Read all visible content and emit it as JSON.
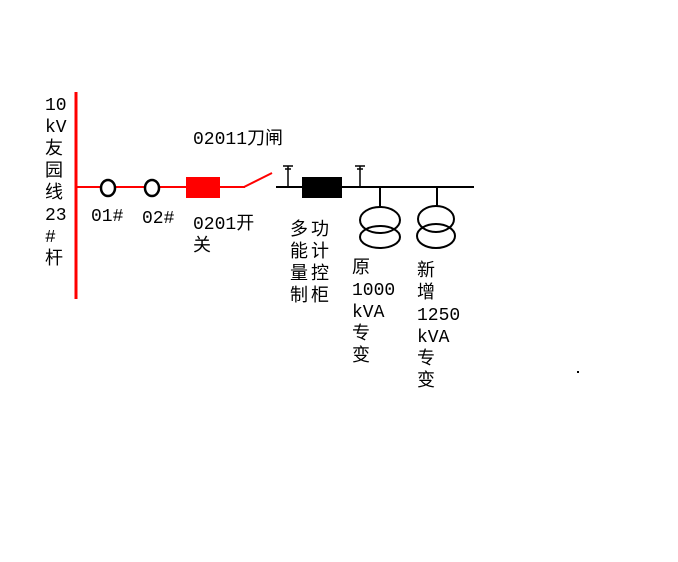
{
  "feeder_label": [
    "10",
    "kV",
    "友",
    "园",
    "线",
    "23",
    "#",
    "杆"
  ],
  "nodes": {
    "pole1": "01#",
    "pole2": "02#",
    "disconnector": "02011刀闸",
    "breaker": [
      "0201开",
      "关"
    ],
    "cabinet_col1": [
      "多",
      "能",
      "量",
      "制"
    ],
    "cabinet_col2": [
      "功",
      "计",
      "控",
      "柜"
    ],
    "transformer1": [
      "原",
      "1000",
      "kVA",
      "专",
      "变"
    ],
    "transformer2": [
      "新",
      "增",
      "1250",
      "kVA",
      "专",
      "变"
    ]
  },
  "colors": {
    "energized": "#ff0000",
    "deenergized": "#000000"
  }
}
